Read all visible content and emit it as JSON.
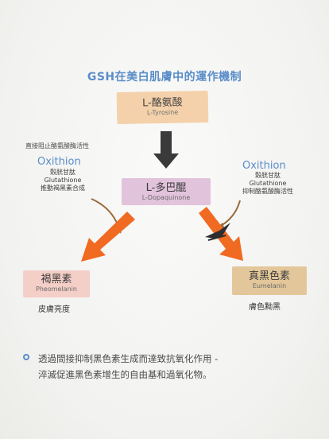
{
  "title": "GSH在美白肌膚中的運作機制",
  "nodes": {
    "tyrosine": {
      "zh": "L-酪氨酸",
      "en": "L-Tyrosine"
    },
    "dopaquinone": {
      "zh": "L-多巴醌",
      "en": "L-Dopaquinone"
    },
    "pheomelanin": {
      "zh": "褐黑素",
      "en": "Pheomelanin"
    },
    "eumelanin": {
      "zh": "真黑色素",
      "en": "Eumelanin"
    }
  },
  "left_note": "直接阻止酪氨酸酶活性",
  "left": {
    "oxi": "Oxithion",
    "line1": "穀胱甘肽",
    "line2": "Glutathione",
    "line3": "推動褐黑素合成"
  },
  "right": {
    "oxi": "Oxithion",
    "line1": "穀胱甘肽",
    "line2": "Glutathione",
    "line3": "抑制酪氨酸酶活性"
  },
  "results": {
    "left": "皮膚亮度",
    "right": "膚色黝黑"
  },
  "bullet": {
    "line1": "透過間接抑制黑色素生成而達致抗氧化作用 -",
    "line2": "淬滅促進黑色素增生的自由基和過氧化物。"
  },
  "colors": {
    "accent_blue": "#5a8dc9",
    "arrow_orange": "#f06a22",
    "arrow_dark": "#3a3a3a",
    "brown_arrow": "#9a6a3a"
  }
}
